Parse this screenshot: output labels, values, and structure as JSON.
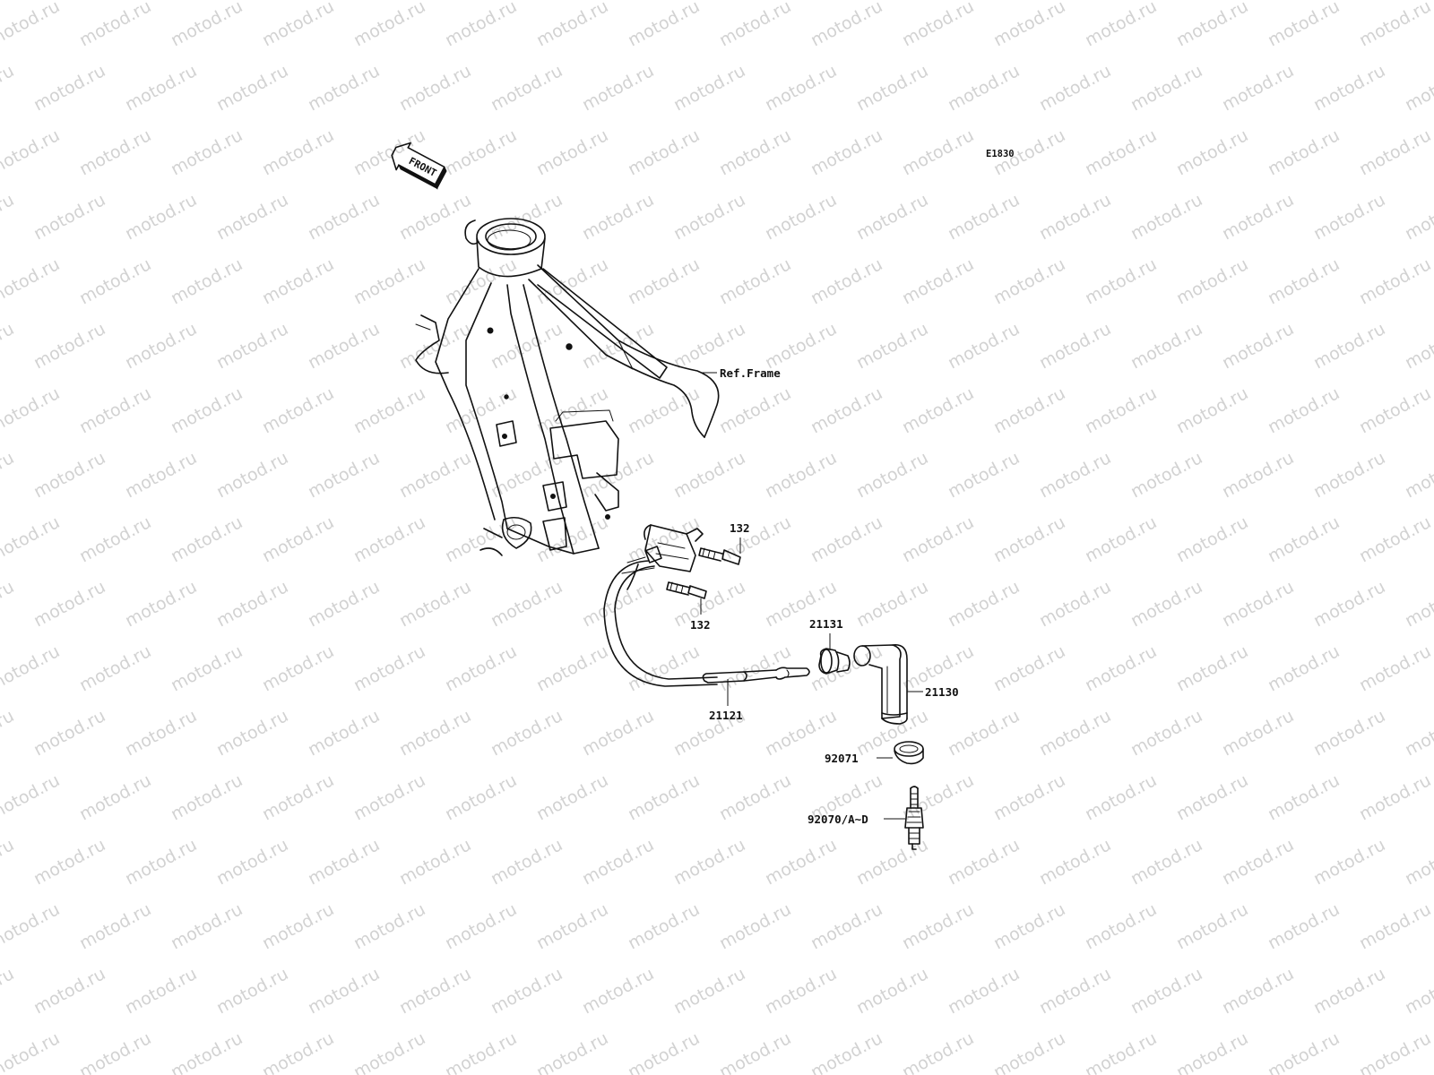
{
  "diagram": {
    "code": "E1830",
    "direction_label": "FRONT",
    "watermark_text": "motod.ru",
    "ref_label": "Ref.Frame",
    "parts": {
      "bolt_upper": "132",
      "bolt_lower": "132",
      "ignition_coil": "21121",
      "cap_inner": "21131",
      "plug_cap": "21130",
      "boot_seal": "92071",
      "spark_plug": "92070/A~D"
    },
    "colors": {
      "ink": "#111111",
      "watermark": "#d2d2d2",
      "background": "#ffffff"
    }
  }
}
